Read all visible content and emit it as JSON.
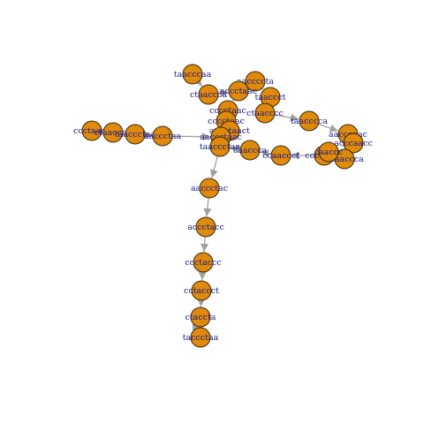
{
  "graph": {
    "type": "directed-network",
    "node_color": "#e08a0b",
    "label_color": "#1a1a8c",
    "edge_color": "#a0a0a0",
    "nodes": [
      {
        "id": "n1",
        "label": "ccctaacc"
      },
      {
        "id": "n2",
        "label": "ctaacccg"
      },
      {
        "id": "n3",
        "label": "taaccctaa"
      },
      {
        "id": "n4",
        "label": "aaccctaa"
      },
      {
        "id": "n5",
        "label": "taacccaa"
      },
      {
        "id": "n6",
        "label": "ctaaccca"
      },
      {
        "id": "n7",
        "label": "aaccccta"
      },
      {
        "id": "n8",
        "label": "accctaac"
      },
      {
        "id": "n9",
        "label": "taaccct"
      },
      {
        "id": "n10",
        "label": "cccctaac"
      },
      {
        "id": "n11",
        "label": "ctaacccc"
      },
      {
        "id": "n12",
        "label": "taacccca"
      },
      {
        "id": "n13",
        "label": "cccctaac"
      },
      {
        "id": "n14",
        "label": "accctaact"
      },
      {
        "id": "n15",
        "label": "aaccctaac"
      },
      {
        "id": "n16",
        "label": "taaccctaa"
      },
      {
        "id": "n17",
        "label": "caaccca"
      },
      {
        "id": "n18",
        "label": "ccaaccct"
      },
      {
        "id": "n19",
        "label": "cccaaccc"
      },
      {
        "id": "n20",
        "label": "aacccaac"
      },
      {
        "id": "n21",
        "label": "acccaacc"
      },
      {
        "id": "n22",
        "label": "ccaaccca"
      },
      {
        "id": "n23",
        "label": "caaccc"
      },
      {
        "id": "n24",
        "label": "aaccctac"
      },
      {
        "id": "n25",
        "label": "accctacc"
      },
      {
        "id": "n26",
        "label": "ccctaccc"
      },
      {
        "id": "n27",
        "label": "cctaccct"
      },
      {
        "id": "n28",
        "label": "ctaccta"
      },
      {
        "id": "n29",
        "label": "taccctaa"
      }
    ],
    "edges": [
      [
        "n1",
        "n2"
      ],
      [
        "n2",
        "n3"
      ],
      [
        "n3",
        "n4"
      ],
      [
        "n4",
        "n15"
      ],
      [
        "n5",
        "n6"
      ],
      [
        "n6",
        "n8"
      ],
      [
        "n7",
        "n9"
      ],
      [
        "n8",
        "n10"
      ],
      [
        "n9",
        "n11"
      ],
      [
        "n11",
        "n12"
      ],
      [
        "n12",
        "n20"
      ],
      [
        "n20",
        "n21"
      ],
      [
        "n22",
        "n19"
      ],
      [
        "n19",
        "n18"
      ],
      [
        "n18",
        "n17"
      ],
      [
        "n17",
        "n16"
      ],
      [
        "n13",
        "n14"
      ],
      [
        "n14",
        "n15"
      ],
      [
        "n15",
        "n16"
      ],
      [
        "n16",
        "n24"
      ],
      [
        "n24",
        "n25"
      ],
      [
        "n25",
        "n26"
      ],
      [
        "n26",
        "n27"
      ],
      [
        "n27",
        "n28"
      ],
      [
        "n28",
        "n29"
      ]
    ]
  }
}
